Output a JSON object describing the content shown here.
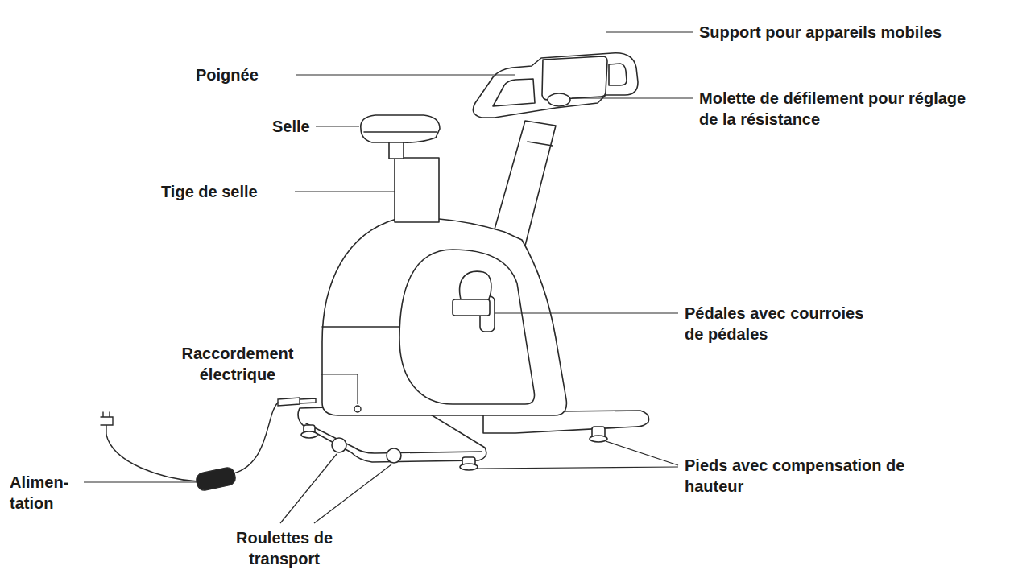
{
  "diagram": {
    "labels": [
      "Support pour appareils mobiles",
      "Poignée",
      "Molette de défilement pour réglage de la résistance",
      "Selle",
      "Tige de selle",
      "Pédales avec courroies de pédales",
      "Raccordement électrique",
      "Alimen- tation",
      "Pieds avec compensation de hauteur",
      "Roulettes de transport"
    ]
  }
}
